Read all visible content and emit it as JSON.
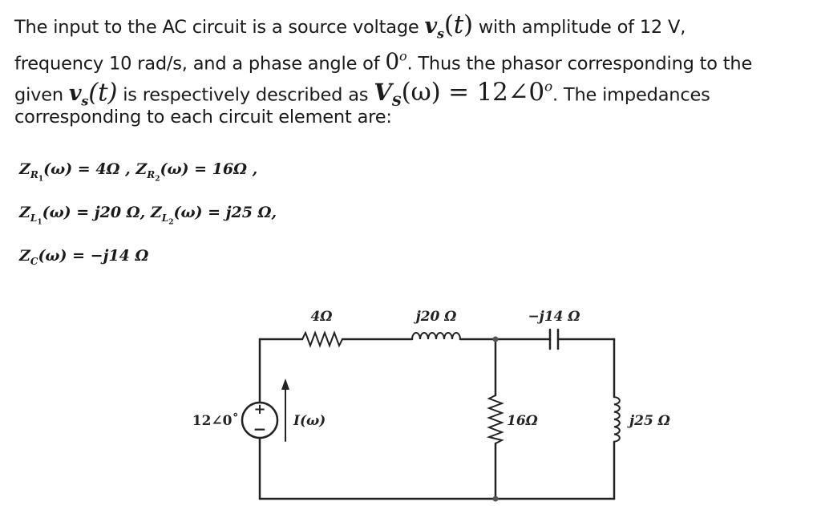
{
  "paragraph": {
    "l1_a": "The input to the AC circuit is a source voltage ",
    "l1_vs": "v",
    "l1_vs_sub": "s",
    "l1_t_open": "(",
    "l1_t": "t",
    "l1_t_close": ")",
    "l1_b": " with amplitude of 12 V,",
    "l2_a": "frequency 10 rad/s, and a phase angle of ",
    "l2_zero": "0",
    "l2_deg": "o",
    "l2_b": ". Thus the phasor corresponding to the",
    "l3_a": "given ",
    "l3_vs": "v",
    "l3_vs_sub": "s",
    "l3_t": "(t)",
    "l3_b": " is respectively described as ",
    "l3_V": "V",
    "l3_V_sub": "S",
    "l3_w": "(ω)",
    "l3_eq": " = 12∠0",
    "l3_deg": "o",
    "l3_c": ". The impedances",
    "l4": "corresponding to each circuit element are:"
  },
  "equations": {
    "line1": {
      "z1": "Z",
      "z1_sub": "R",
      "z1_subsub": "1",
      "z1_rest": "(ω) = 4Ω  ,  ",
      "z2": "Z",
      "z2_sub": "R",
      "z2_subsub": "2",
      "z2_rest": "(ω) = 16Ω ,"
    },
    "line2": {
      "z1": "Z",
      "z1_sub": "L",
      "z1_subsub": "1",
      "z1_rest": "(ω) = j20 Ω,   ",
      "z2": "Z",
      "z2_sub": "L",
      "z2_subsub": "2",
      "z2_rest": "(ω) = j25 Ω,"
    },
    "line3": {
      "z": "Z",
      "z_sub": "C",
      "z_rest": "(ω) = −j14 Ω"
    }
  },
  "circuit": {
    "r1_label": "4Ω",
    "l1_label": "j20 Ω",
    "c_label": "−j14 Ω",
    "source_label": "12∠0˚",
    "source_plus": "+",
    "source_minus": "−",
    "current_label": "I(ω)",
    "r2_label": "16Ω",
    "l2_label": "j25 Ω"
  }
}
